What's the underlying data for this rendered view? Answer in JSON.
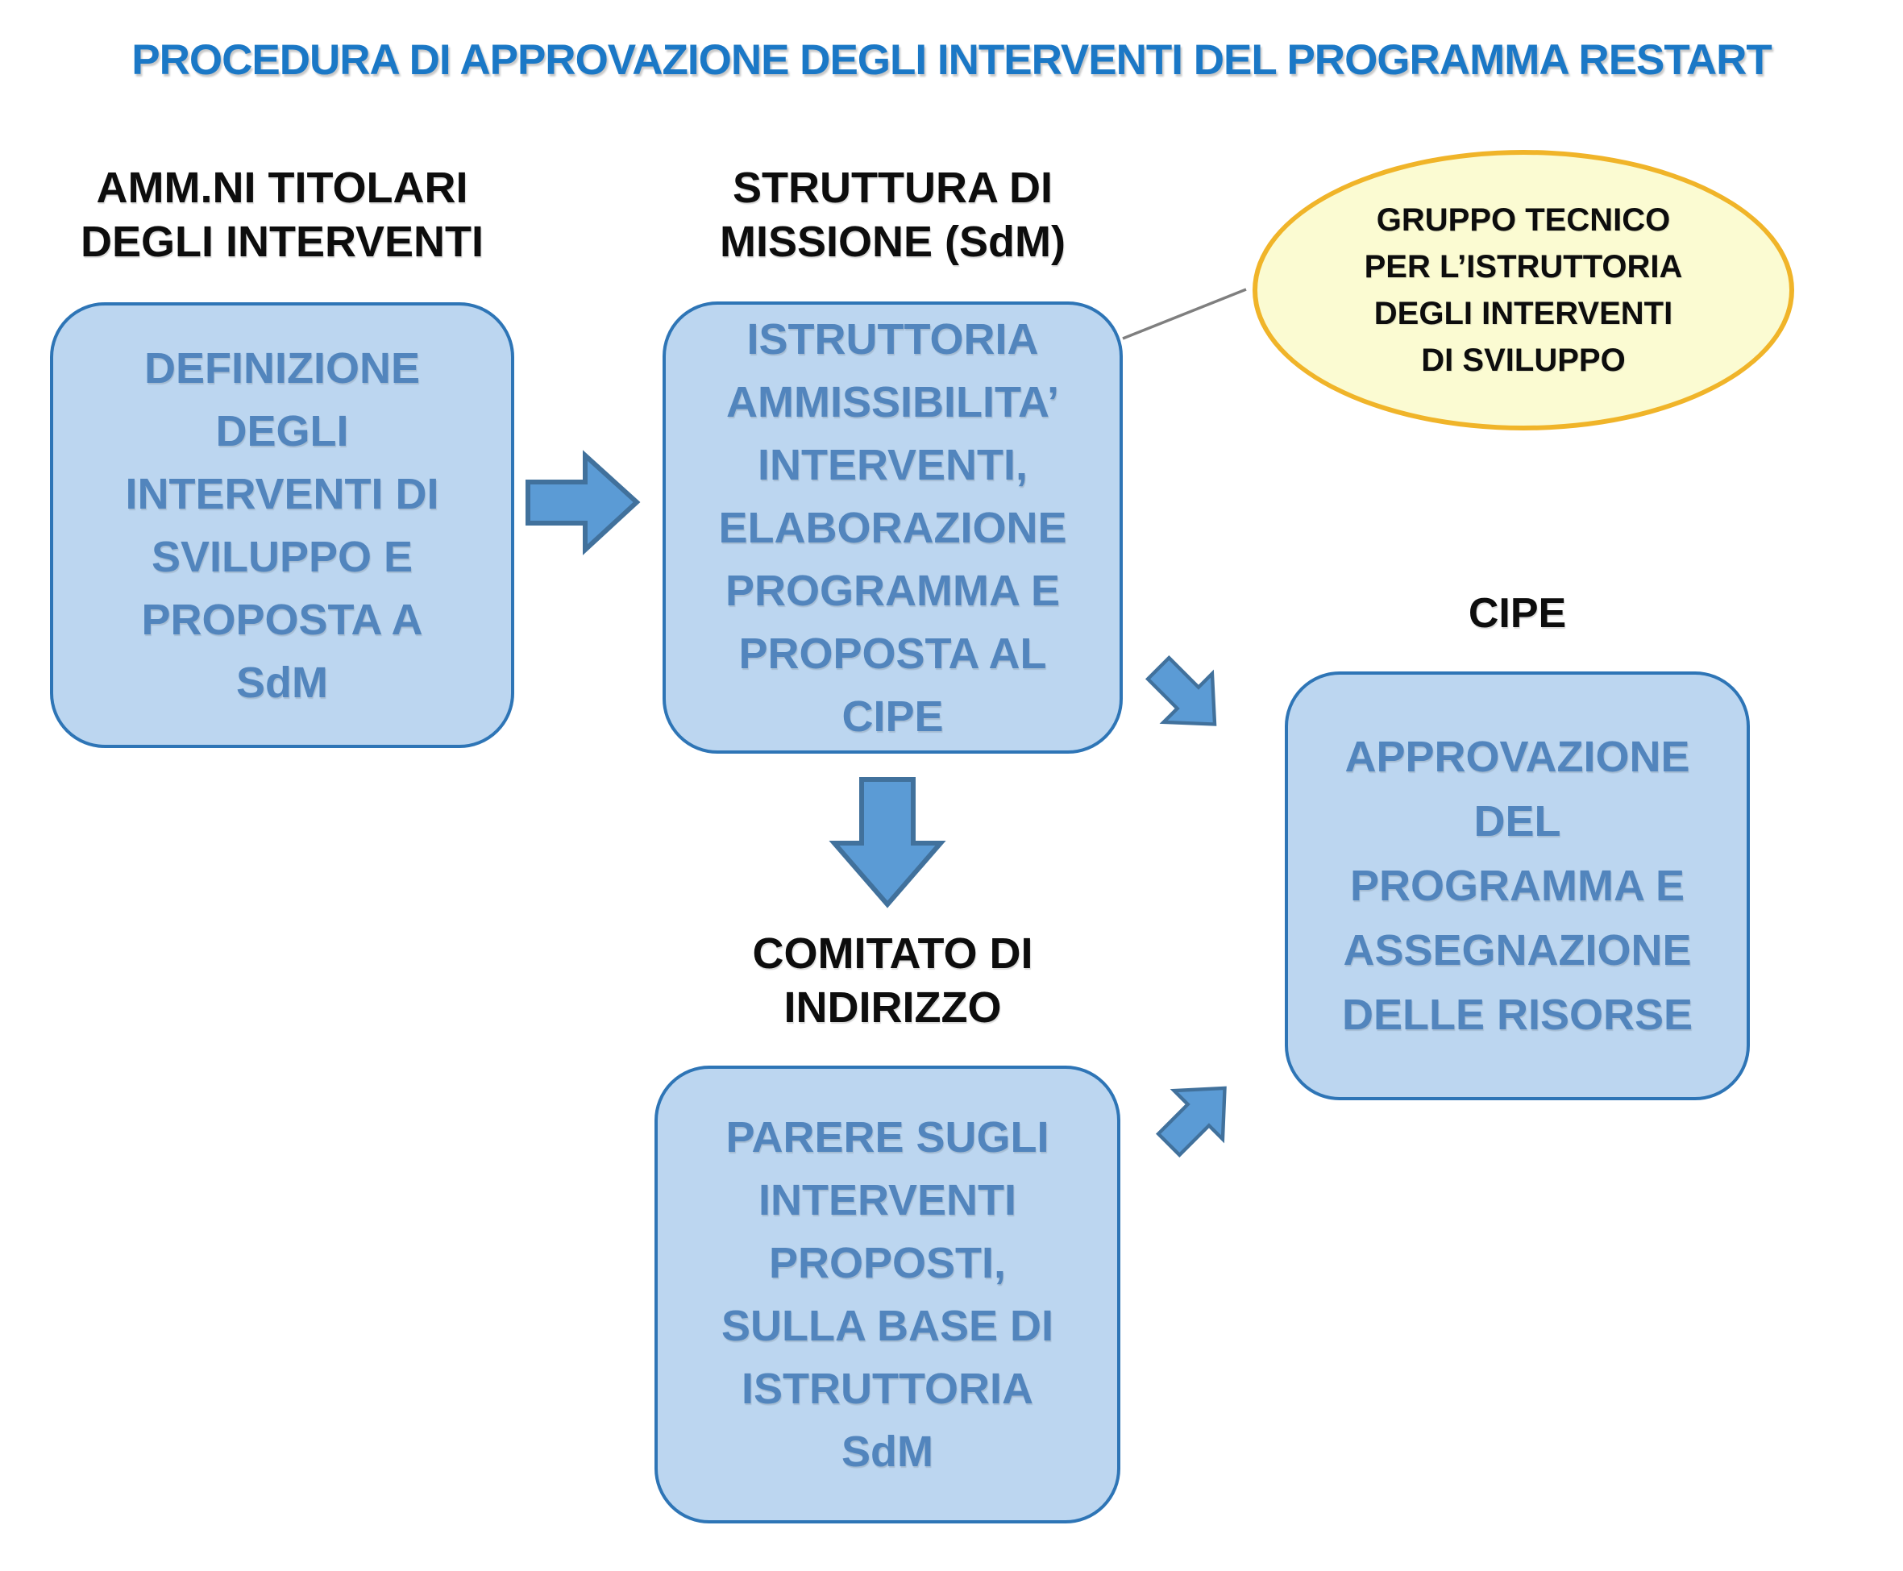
{
  "title": "PROCEDURA DI APPROVAZIONE DEGLI INTERVENTI DEL PROGRAMMA RESTART",
  "colors": {
    "title_blue": "#1B78C6",
    "heading_text": "#0d0d0d",
    "box_fill": "#BCD6F0",
    "box_border": "#2E75B6",
    "box_text": "#5285BD",
    "arrow_fill": "#5B9BD5",
    "arrow_border": "#41719C",
    "ellipse_fill": "#FBFBD2",
    "ellipse_border": "#F0B429",
    "connector_gray": "#7F7F7F"
  },
  "nodes": {
    "amministrazioni": {
      "heading": "AMM.NI TITOLARI\nDEGLI INTERVENTI",
      "body": "DEFINIZIONE\nDEGLI\nINTERVENTI DI\nSVILUPPO E\nPROPOSTA A\nSdM"
    },
    "sdm": {
      "heading": "STRUTTURA DI\nMISSIONE (SdM)",
      "body": "ISTRUTTORIA\nAMMISSIBILITA’\nINTERVENTI,\nELABORAZIONE\nPROGRAMMA E\nPROPOSTA AL\nCIPE"
    },
    "gruppo_tecnico": {
      "body": "GRUPPO TECNICO\nPER L’ISTRUTTORIA\nDEGLI INTERVENTI\nDI SVILUPPO"
    },
    "cipe": {
      "heading": "CIPE",
      "body": "APPROVAZIONE\nDEL\nPROGRAMMA E\nASSEGNAZIONE\nDELLE RISORSE"
    },
    "comitato": {
      "heading": "COMITATO DI\nINDIRIZZO",
      "body": "PARERE SUGLI\nINTERVENTI\nPROPOSTI,\nSULLA BASE DI\nISTRUTTORIA\nSdM"
    }
  }
}
